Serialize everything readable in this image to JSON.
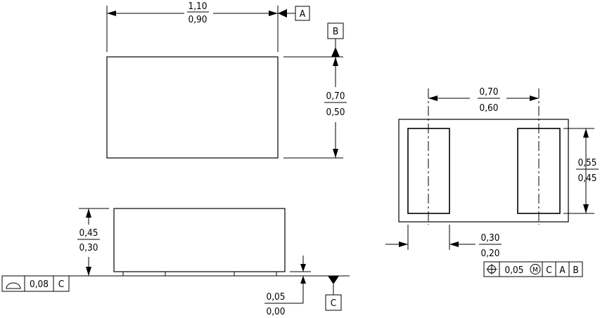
{
  "top_view": {
    "width": {
      "max": "1,10",
      "min": "0,90"
    },
    "height": {
      "max": "0,70",
      "min": "0,50"
    },
    "datum_a": "A",
    "datum_b": "B"
  },
  "side_view": {
    "height": {
      "max": "0,45",
      "min": "0,30"
    },
    "standoff": {
      "max": "0,05",
      "min": "0,00"
    },
    "datum_c": "C",
    "flatness": {
      "tolerance": "0,08",
      "datum": "C"
    }
  },
  "bottom_view": {
    "pad_pitch": {
      "max": "0,70",
      "min": "0,60"
    },
    "pad_length": {
      "max": "0,55",
      "min": "0,45"
    },
    "pad_width": {
      "max": "0,30",
      "min": "0,20"
    },
    "position": {
      "tolerance": "0,05",
      "modifier": "M",
      "datums": [
        "C",
        "A",
        "B"
      ]
    }
  }
}
